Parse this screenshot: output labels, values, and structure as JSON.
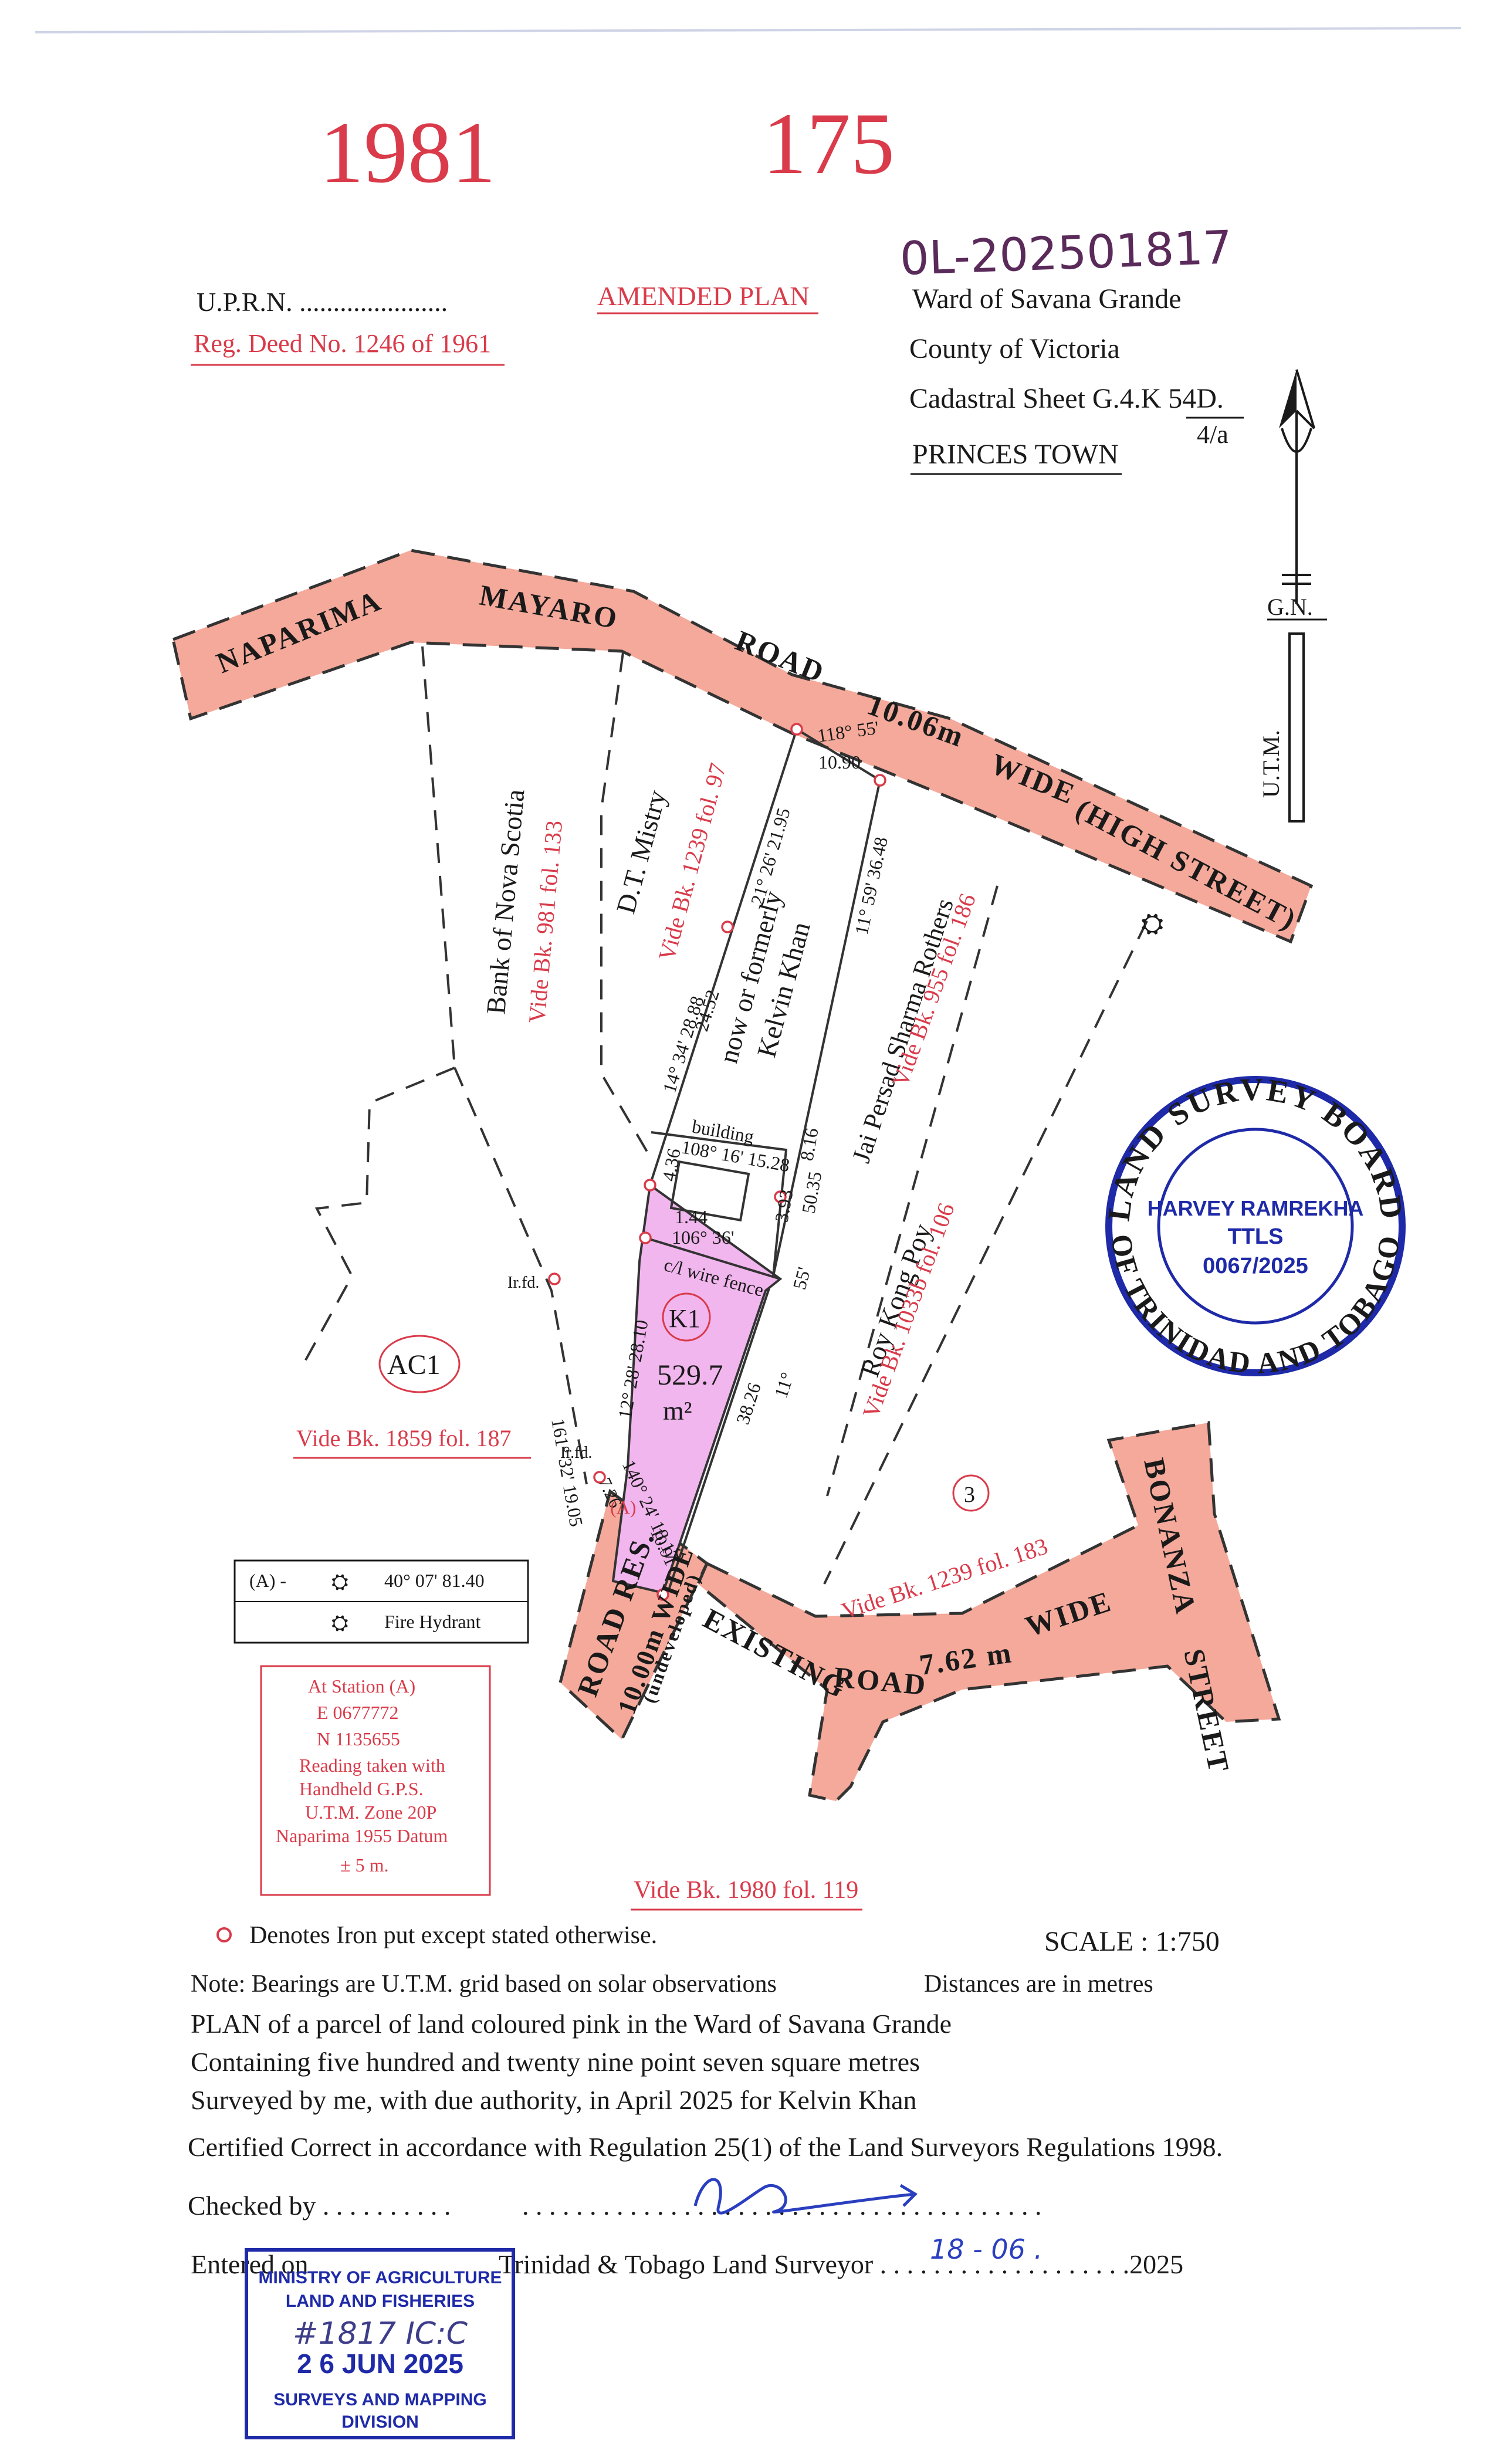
{
  "header": {
    "file_no_a": "1981",
    "file_no_b": "175",
    "registration_no": "0L-202501817",
    "uprn": "U.P.R.N. ......................",
    "amended": "AMENDED PLAN",
    "reg_deed": "Reg. Deed No. 1246 of 1961",
    "ward": "Ward of Savana Grande",
    "county": "County of Victoria",
    "cadastral_sheet": "Cadastral Sheet  G.4.K  54D.",
    "cadastral_sub": "4/a",
    "town": "PRINCES TOWN"
  },
  "north": {
    "gn": "G.N.",
    "utm": "U.T.M."
  },
  "roads": {
    "naparima_1": "NAPARIMA",
    "naparima_2": "MAYARO",
    "naparima_3": "ROAD",
    "naparima_4": "10.06m",
    "naparima_5": "WIDE",
    "naparima_6": "(HIGH STREET)",
    "res_1": "ROAD RES.",
    "res_2": "10.00m WIDE",
    "res_3": "(undeveloped)",
    "existing_1": "EXISTING",
    "existing_2": "ROAD",
    "existing_3": "7.62 m",
    "existing_4": "WIDE",
    "bonanza_1": "BONANZA",
    "bonanza_2": "STREET"
  },
  "owners": {
    "bank": "Bank of Nova Scotia",
    "bank_ref": "Vide Bk. 981 fol. 133",
    "mistry": "D.T. Mistry",
    "mistry_ref": "Vide Bk. 1239 fol. 97",
    "khan_1": "now or formerly",
    "khan_2": "Kelvin Khan",
    "jai": "Jai Persad Sharma Rothers",
    "jai_ref": "Vide Bk. 955 fol. 186",
    "roy": "Roy Kong Poy",
    "roy_ref": "Vide Bk. 1033b fol. 106",
    "ac1": "AC1",
    "ac1_ref": "Vide Bk. 1859 fol. 187",
    "lot3": "3",
    "lot3_ref": "Vide Bk. 1239 fol. 183",
    "bottom_ref": "Vide Bk. 1980 fol. 119"
  },
  "parcel": {
    "label": "K1",
    "area": "529.7",
    "unit": "m²"
  },
  "measurements": {
    "m1": "118° 55'",
    "m2": "10.90",
    "m3": "21° 26' 21.95",
    "m4": "11° 59' 36.48",
    "m5": "14° 34' 28.88",
    "m6": "24.52",
    "m7": "building",
    "m8": "108° 16'  15.28",
    "m9": "8.16",
    "m10": "4.36",
    "m11": "50.35",
    "m12": "1.44",
    "m13": "106° 36'",
    "m14": "3.93",
    "m15": "c/l  wire   fence",
    "m16": "55'",
    "m17": "12° 28' 28.10",
    "m18": "38.26",
    "m19": "11°",
    "m20": "161° 32' 19.05",
    "m21": "Ir.fd.",
    "m22": "Ir.fd.",
    "m23": "7.26",
    "m24": "140° 24' 18.17",
    "m25": "(A)",
    "m26": "10.91"
  },
  "legend": {
    "station_label": "(A)  -",
    "station_value": "40° 07' 81.40",
    "hydrant_label": "Fire Hydrant"
  },
  "gps": {
    "line1": "At Station (A)",
    "line2": "E 0677772",
    "line3": "N 1135655",
    "line4": "Reading taken with",
    "line5": "Handheld G.P.S.",
    "line6": "U.T.M. Zone 20P",
    "line7": "Naparima 1955 Datum",
    "line8": "± 5 m."
  },
  "stamp": {
    "top": "LAND SURVEY BOARD",
    "bottom": "OF TRINIDAD AND TOBAGO",
    "name": "HARVEY RAMREKHA",
    "title": "TTLS",
    "number": "0067/2025"
  },
  "notes": {
    "iron": "Denotes Iron put except stated otherwise.",
    "scale": "SCALE : 1:750",
    "bearings": "Note: Bearings are U.T.M. grid based on solar observations",
    "distances": "Distances are in metres",
    "plan_desc": "PLAN of a parcel of land coloured pink in the Ward of Savana Grande",
    "containing": "Containing five hundred and twenty nine point seven square metres",
    "surveyed": "Surveyed by me, with due authority, in April 2025 for Kelvin Khan",
    "certified": "Certified Correct in accordance with Regulation 25(1) of the Land Surveyors Regulations 1998.",
    "checked": "Checked by . . . . . . . . . .",
    "sign_dots": ". . . . . . . . . . . . . . . . . . . . . . . . . . . . . . . . . . . . . . .",
    "entered": "Entered on",
    "surveyor": "Trinidad & Tobago  Land Surveyor . . . . . . . . . . . . . . . . . . .2025",
    "handwritten_date": "18 - 06 ."
  },
  "ministry": {
    "line1": "MINISTRY OF AGRICULTURE",
    "line2": "LAND AND FISHERIES",
    "line3": "#1817 IC:C",
    "line4": "2 6 JUN 2025",
    "line5": "SURVEYS AND MAPPING",
    "line6": "DIVISION"
  },
  "colors": {
    "red": "#d93b4a",
    "road_pink": "#f4a99a",
    "lot_pink": "#f1b6ee",
    "stamp_blue": "#1f2aa8",
    "ink_blue": "#2a3fbf"
  }
}
